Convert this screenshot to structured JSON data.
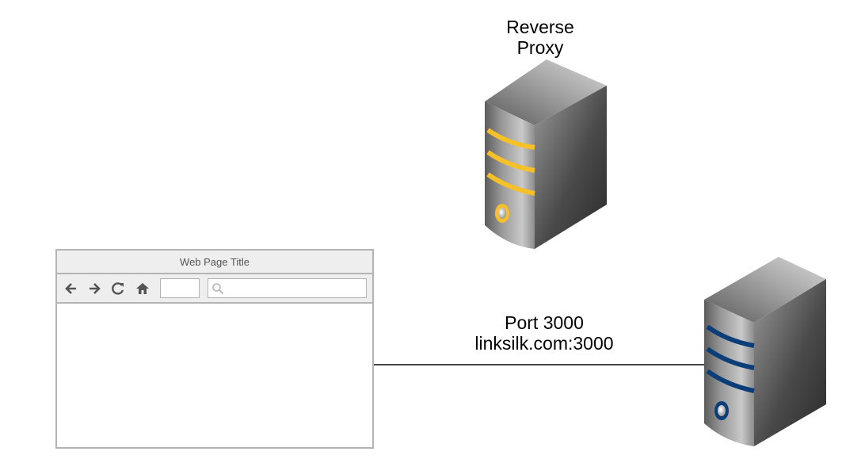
{
  "diagram": {
    "proxy": {
      "label": "Reverse\nProxy",
      "label_line1": "Reverse",
      "label_line2": "Proxy",
      "stripe_color": "#f5c028"
    },
    "app_server": {
      "stripe_color": "#0b3e78"
    },
    "browser": {
      "title": "Web Page Title",
      "address_value": "",
      "search_placeholder": "",
      "icons": [
        "back-arrow-icon",
        "forward-arrow-icon",
        "reload-icon",
        "home-icon",
        "search-icon"
      ]
    },
    "connection": {
      "label_line1": "Port 3000",
      "label_line2": "linksilk.com:3000",
      "line_color": "#444444"
    }
  }
}
